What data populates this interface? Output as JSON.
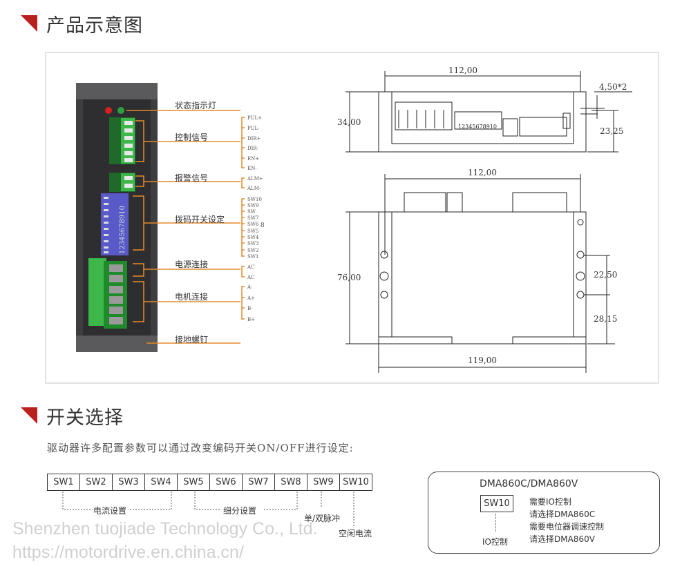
{
  "section1": {
    "title": "产品示意图"
  },
  "device_labels": [
    "状态指示灯",
    "控制信号",
    "报警信号",
    "拨码开关设定",
    "电源连接",
    "电机连接",
    "接地螺钉"
  ],
  "pin_labels": [
    "PUL+",
    "PUL-",
    "DIR+",
    "DIR-",
    "EN+",
    "EN-",
    "ALM+",
    "ALM-",
    "SW10",
    "SW9",
    "SW",
    "SW7",
    "SW6",
    "SW5",
    "SW4",
    "SW3",
    "SW2",
    "SW1",
    "AC",
    "AC",
    "A-",
    "A+",
    "B-",
    "B+"
  ],
  "sw_note": "8",
  "dip_numbers": "12345678910",
  "dimensions": {
    "top_width": "112,00",
    "top_height": "34,00",
    "hole": "4,50*2",
    "hole_height": "23,25",
    "bottom_width": "112,00",
    "bottom_height": "76,00",
    "hole_spacing": "22,50",
    "hole_offset": "28,15",
    "base_width": "119,00"
  },
  "section2": {
    "title": "开关选择",
    "description": "驱动器许多配置参数可以通过改变编码开关ON/OFF进行设定:",
    "switches": [
      "SW1",
      "SW2",
      "SW3",
      "SW4",
      "SW5",
      "SW6",
      "SW7",
      "SW8",
      "SW9",
      "SW10"
    ],
    "groups": {
      "current": "电流设置",
      "microstep": "细分设置",
      "pulse": "单/双脉冲",
      "idle": "空闲电流"
    }
  },
  "model_box": {
    "title": "DMA860C/DMA860V",
    "switch": "SW10",
    "switch_caption": "IO控制",
    "lines": [
      "需要IO控制",
      "请选择DMA860C",
      "需要电位器调速控制",
      "请选择DMA860V"
    ]
  },
  "watermark": {
    "company": "Shenzhen tuojiade Technology Co., Ltd.",
    "url": "https://motordrive.en.china.cn/"
  }
}
